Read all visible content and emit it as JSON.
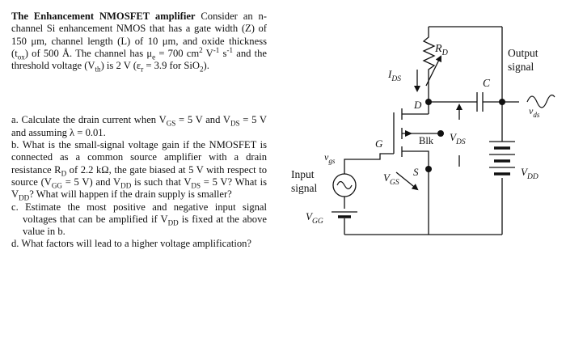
{
  "problem": {
    "title": "The Enhancement NMOSFET amplifier",
    "intro": [
      " Consider an n-channel Si enhancement NMOS that has a gate width (Z) of 150 μm, channel length (L) of 10 μm, and oxide thickness (t",
      "ox",
      ") of 500 Å.  The channel has μ",
      "e",
      " = 700 cm",
      "2",
      " V",
      "-1",
      " s",
      "-1",
      " and the threshold voltage (V",
      "th",
      ") is 2 V (ε",
      "r",
      " = 3.9 for SiO",
      "2",
      ")."
    ],
    "part_a": [
      "a.  Calculate the drain current when V",
      "GS",
      " = 5 V and V",
      "DS",
      " = 5 V and assuming λ = 0.01."
    ],
    "part_b": [
      "b.  What is the small-signal voltage gain if the NMOSFET is connected as a common source amplifier with a drain resistance R",
      "D",
      " of 2.2 kΩ, the gate biased at 5 V with respect to source (V",
      "GG",
      " = 5 V) and V",
      "DD",
      " is such that V",
      "DS",
      " = 5 V? What is V",
      "DD",
      "? What will happen if the drain supply is smaller?"
    ],
    "part_c": [
      "c.  Estimate the most positive and negative input signal voltages that can be amplified if V",
      "DD",
      " is fixed at the above value in b."
    ],
    "part_d": [
      "d.  What factors will lead to a higher voltage amplification?"
    ]
  },
  "circuit": {
    "rd_label": "R",
    "rd_sub": "D",
    "ids_label": "I",
    "ids_sub": "DS",
    "output_label_1": "Output",
    "output_label_2": "signal",
    "cap_label": "C",
    "d_label": "D",
    "vds_small_label": "v",
    "vds_small_sub": "ds",
    "g_label": "G",
    "blk_label": "Blk",
    "vds_label": "V",
    "vds_sub": "DS",
    "s_label": "S",
    "vdd_label": "V",
    "vdd_sub": "DD",
    "vgs_small_label": "v",
    "vgs_small_sub": "gs",
    "vgs_label": "V",
    "vgs_sub": "GS",
    "input_label_1": "Input",
    "input_label_2": "signal",
    "vgg_label": "V",
    "vgg_sub": "GG"
  }
}
